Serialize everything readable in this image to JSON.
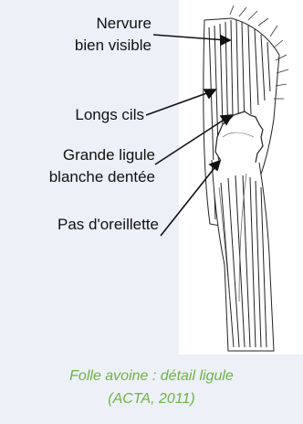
{
  "labels": {
    "nervure_line1": "Nervure",
    "nervure_line2": "bien visible",
    "longs_cils": "Longs cils",
    "ligule_line1": "Grande ligule",
    "ligule_line2": "blanche dentée",
    "oreillette": "Pas  d'oreillette"
  },
  "caption": {
    "line1": "Folle avoine : détail ligule",
    "line2": "(ACTA, 2011)"
  },
  "colors": {
    "background": "#eef0f8",
    "caption": "#6cb33f",
    "ink": "#111111"
  }
}
